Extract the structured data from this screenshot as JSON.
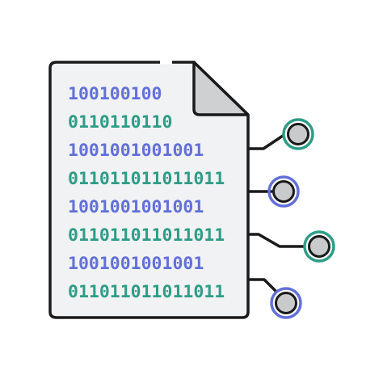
{
  "document": {
    "lines": [
      {
        "text": "100100100",
        "tone": "blue"
      },
      {
        "text": "0110110110",
        "tone": "green"
      },
      {
        "text": "1001001001001",
        "tone": "blue"
      },
      {
        "text": "0110110110110 11",
        "tone": "green"
      },
      {
        "text": "1001001001001",
        "tone": "blue"
      },
      {
        "text": "0110110110110 11",
        "tone": "green"
      },
      {
        "text": "1001001001001",
        "tone": "blue"
      },
      {
        "text": "0110110110110 11",
        "tone": "green"
      }
    ]
  },
  "nodes": [
    {
      "ring_color": "#2e9d86"
    },
    {
      "ring_color": "#6370d8"
    },
    {
      "ring_color": "#2e9d86"
    },
    {
      "ring_color": "#6370d8"
    }
  ],
  "colors": {
    "outline": "#1a1a1a",
    "paper": "#f1f2f4",
    "fold": "#cfd0d2",
    "digit_blue": "#6370d8",
    "digit_green": "#2e9d86",
    "node_fill": "#c9cacb"
  }
}
